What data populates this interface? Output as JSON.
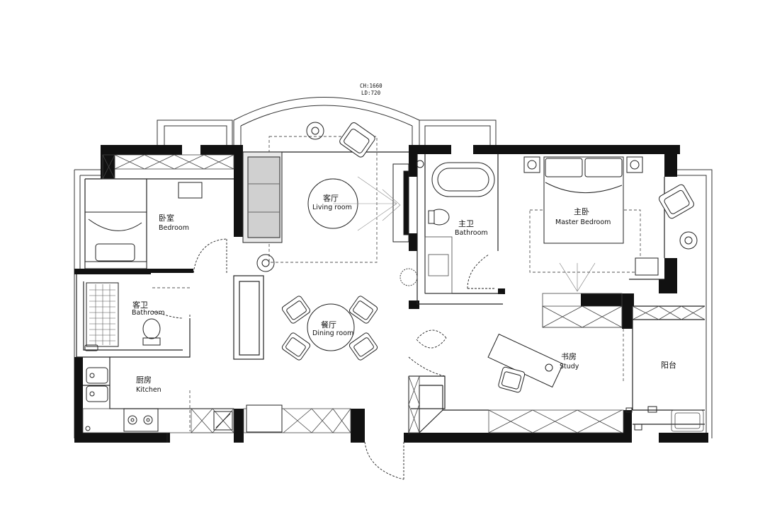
{
  "header": {
    "ceiling_note": "CH:1660",
    "level_note": "LD:720"
  },
  "rooms": {
    "living": {
      "cn": "客厅",
      "en": "Living room"
    },
    "bedroom": {
      "cn": "卧室",
      "en": "Bedroom"
    },
    "guest_bath": {
      "cn": "客卫",
      "en": "Bathroom"
    },
    "kitchen": {
      "cn": "厨房",
      "en": "Kitchen"
    },
    "dining": {
      "cn": "餐厅",
      "en": "Dining room"
    },
    "master_bath": {
      "cn": "主卫",
      "en": "Bathroom"
    },
    "master_bed": {
      "cn": "主卧",
      "en": "Master Bedroom"
    },
    "study": {
      "cn": "书房",
      "en": "Study"
    },
    "balcony": {
      "cn": "阳台"
    }
  },
  "colors": {
    "wall": "#111111",
    "line": "#333333",
    "sofa": "#888888"
  }
}
